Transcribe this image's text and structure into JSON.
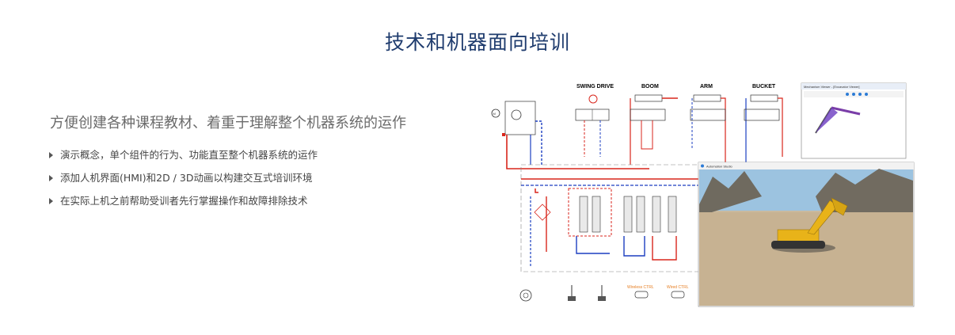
{
  "page": {
    "title": "技术和机器面向培训",
    "subtitle": "方便创建各种课程教材、着重于理解整个机器系统的运作",
    "bullets": [
      "演示概念，单个组件的行为、功能直至整个机器系统的运作",
      "添加人机界面(HMI)和2D / 3D动画以构建交互式培训环境",
      "在实际上机之前帮助受训者先行掌握操作和故障排除技术"
    ]
  },
  "diagram": {
    "labels": [
      "SWING DRIVE",
      "BOOM",
      "ARM",
      "BUCKET"
    ],
    "controls": [
      "Wireless CTRL",
      "Wired CTRL"
    ]
  },
  "mechanism_window": {
    "title": "Mechanism Viewer - [Excavator Viewer]"
  },
  "sim_window": {
    "title": "Automation Studio"
  },
  "colors": {
    "title": "#1f3c6e",
    "hydraulic_red": "#d9261c",
    "hydraulic_blue": "#1c3fc0",
    "excavator_yellow": "#e8b319"
  }
}
